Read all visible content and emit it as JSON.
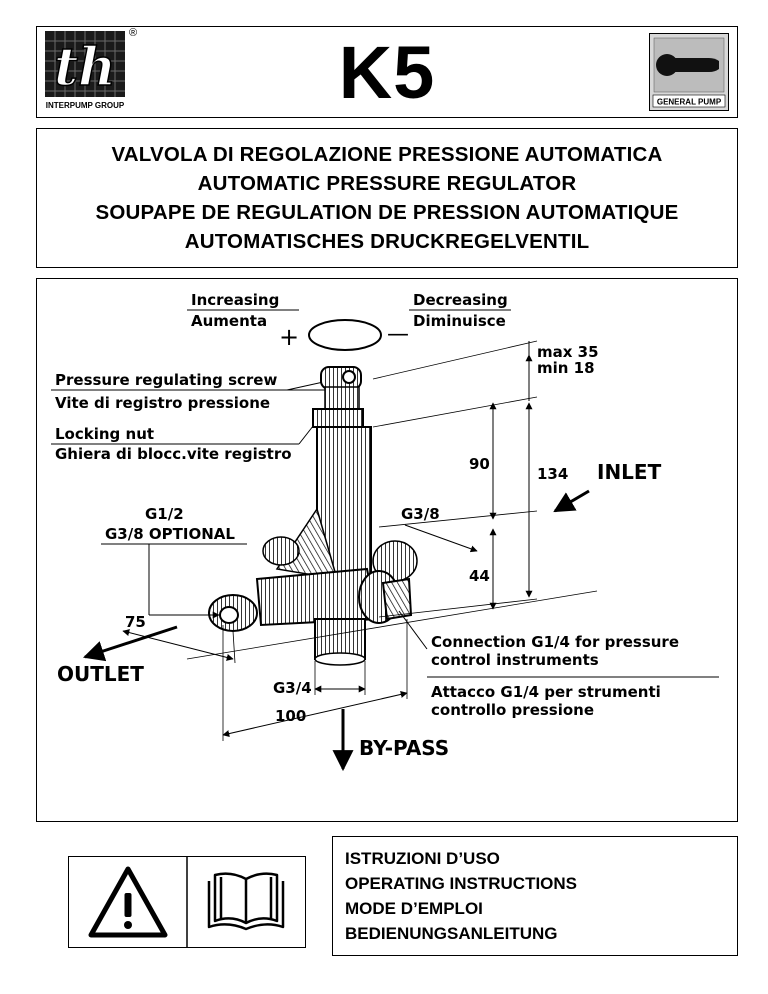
{
  "header": {
    "left_logo": {
      "name": "interpump-group-logo",
      "caption": "INTERPUMP GROUP",
      "registered": "®"
    },
    "model": "K5",
    "right_logo": {
      "name": "general-pump-logo",
      "caption": "GENERAL PUMP"
    }
  },
  "titles": [
    "VALVOLA DI REGOLAZIONE PRESSIONE AUTOMATICA",
    "AUTOMATIC PRESSURE REGULATOR",
    "SOUPAPE DE REGULATION DE PRESSION AUTOMATIQUE",
    "AUTOMATISCHES DRUCKREGELVENTIL"
  ],
  "diagram": {
    "increasing": "Increasing",
    "aumenta": "Aumenta",
    "decreasing": "Decreasing",
    "diminuisce": "Diminuisce",
    "plus": "+",
    "minus": "—",
    "screw_en": "Pressure regulating screw",
    "screw_it": "Vite di registro pressione",
    "nut_en": "Locking nut",
    "nut_it": "Ghiera di blocc.vite registro",
    "max": "max 35",
    "min": "min 18",
    "dim_90": "90",
    "dim_134": "134",
    "dim_44": "44",
    "dim_75": "75",
    "dim_100": "100",
    "inlet": "INLET",
    "outlet": "OUTLET",
    "bypass": "BY-PASS",
    "g12": "G1/2",
    "g38_opt": "G3/8 OPTIONAL",
    "g38": "G3/8",
    "g34": "G3/4",
    "conn_en_1": "Connection G1/4 for pressure",
    "conn_en_2": "control instruments",
    "conn_it_1": "Attacco G1/4 per strumenti",
    "conn_it_2": "controllo pressione"
  },
  "symbols": {
    "warning": "warning-icon",
    "manual": "manual-book-icon"
  },
  "instructions": [
    "ISTRUZIONI D’USO",
    "OPERATING INSTRUCTIONS",
    "MODE D’EMPLOI",
    "BEDIENUNGSANLEITUNG"
  ]
}
